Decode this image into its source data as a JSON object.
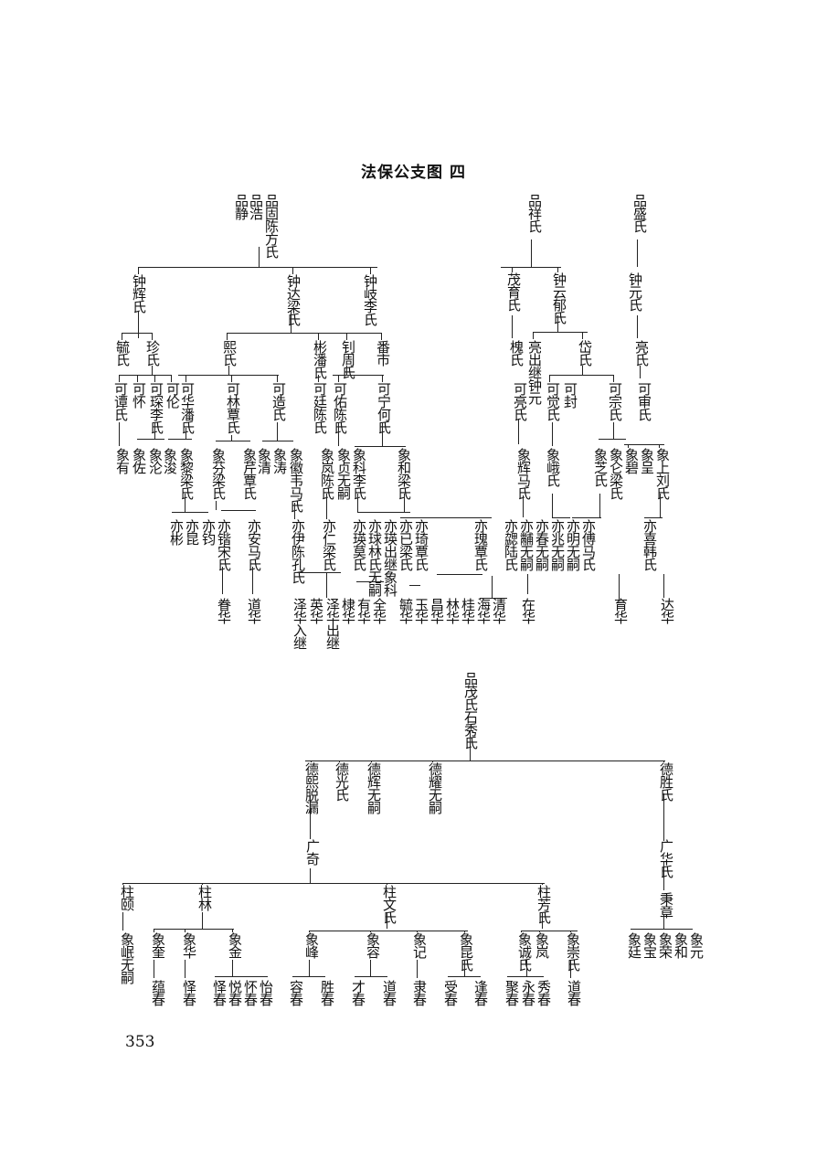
{
  "title": "法保公支图 四",
  "page_number": "353",
  "names": [
    "品静",
    "品浩",
    "品固陈方氏",
    "品祥氏",
    "品盛氏",
    "钟辉氏",
    "钟达梁氏",
    "钟岐李氏",
    "茂育氏",
    "钟云郁氏",
    "钟元氏",
    "毓氏",
    "珍氏",
    "熙氏",
    "彬潘氏",
    "钊周氏",
    "番市",
    "槐氏",
    "亮出继钟元",
    "岱氏",
    "亮氏",
    "可谭氏",
    "可怀",
    "可琛李氏",
    "可伦",
    "可华潘氏",
    "可林覃氏",
    "可造氏",
    "可廷陈氏",
    "可佑陈氏",
    "可宁何氏",
    "可亮氏",
    "可觉氏",
    "可封",
    "可宗氏",
    "可审氏",
    "象有",
    "象佐",
    "象沦",
    "象浚",
    "象黎梁氏",
    "象芬梁氏",
    "象芹覃氏",
    "象清",
    "象涛",
    "象徽韦马氏",
    "象岚陈氏",
    "象贞无嗣",
    "象科李氏",
    "象和梁氏",
    "象辉马氏",
    "象峨氏",
    "象芝氏",
    "象仑梁氏",
    "象碧",
    "象呈",
    "象上刘氏",
    "亦彬",
    "亦昆",
    "亦钧",
    "亦锴宋氏",
    "亦安马氏",
    "亦伊陈孔氏",
    "亦仁梁氏",
    "亦瑛莫氏",
    "亦球林氏无嗣",
    "亦瑛出继象科",
    "亦已梁氏",
    "亦琦覃氏",
    "亦瑰覃氏",
    "亦勰陆氏",
    "亦黼无嗣",
    "亦春无嗣",
    "亦兆无嗣",
    "亦明无嗣",
    "亦傅马氏",
    "亦喜韩氏",
    "眷华",
    "道华",
    "泽华入继",
    "英华",
    "泽华出继",
    "棣华",
    "有华",
    "全华",
    "毓华",
    "玉华",
    "昌华",
    "林华",
    "桂华",
    "海华",
    "清华",
    "在华",
    "育华",
    "达华",
    "品茂氏石秀氏",
    "德熙脱漏",
    "德光氏",
    "德辉无嗣",
    "德耀无嗣",
    "德胜氏",
    "广奇",
    "广华氏",
    "秉章",
    "柱颐",
    "柱林",
    "柱文氏",
    "柱芳氏",
    "象岷无嗣",
    "象奎",
    "象华",
    "象金",
    "象峰",
    "象容",
    "象记",
    "象昆氏",
    "象诚氏",
    "象岚",
    "象崇氏",
    "象廷",
    "象宝",
    "象荣",
    "象和",
    "象元",
    "蕴春",
    "怿春",
    "怿春",
    "悦春",
    "怀春",
    "怡春",
    "容春",
    "胜春",
    "才春",
    "道春",
    "隶春",
    "受春",
    "逢春",
    "聚春",
    "永春",
    "秀春",
    "道春"
  ]
}
